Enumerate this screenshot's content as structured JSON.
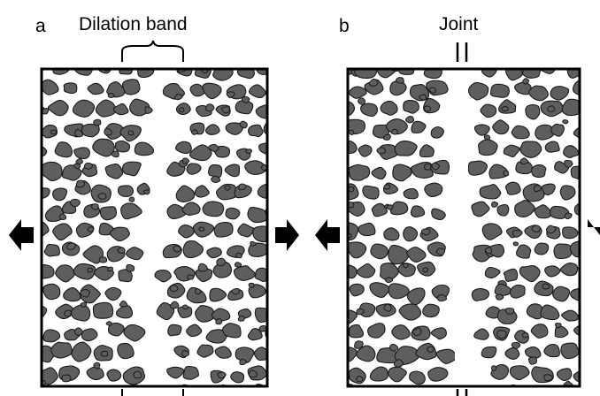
{
  "panels": [
    {
      "letter": "a",
      "title": "Dilation band",
      "feature": "band"
    },
    {
      "letter": "b",
      "title": "Joint",
      "feature": "joint"
    }
  ],
  "colors": {
    "grain_fill": "#5e5e5e",
    "grain_stroke": "#1a1a1a",
    "frame": "#000000",
    "background": "#ffffff"
  },
  "icons": [
    "arrow-left-icon",
    "arrow-right-icon"
  ]
}
